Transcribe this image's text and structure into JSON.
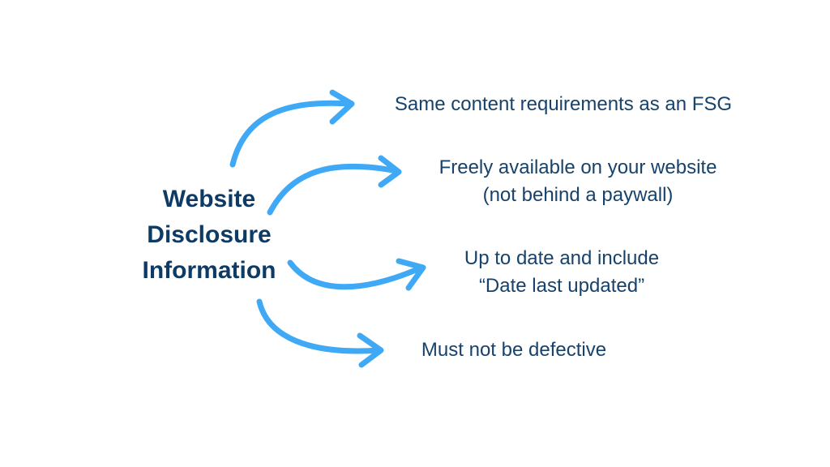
{
  "central_topic": {
    "line1": "Website",
    "line2": "Disclosure",
    "line3": "Information"
  },
  "points": [
    {
      "lines": [
        "Same content requirements as an FSG"
      ]
    },
    {
      "lines": [
        "Freely available on your website",
        "(not behind a paywall)"
      ]
    },
    {
      "lines": [
        "Up to date and include",
        "“Date last updated”"
      ]
    },
    {
      "lines": [
        "Must not be defective"
      ]
    }
  ],
  "colors": {
    "title": "#0d3b66",
    "text": "#16426b",
    "arrow": "#3fa9f5",
    "background": "#ffffff"
  }
}
